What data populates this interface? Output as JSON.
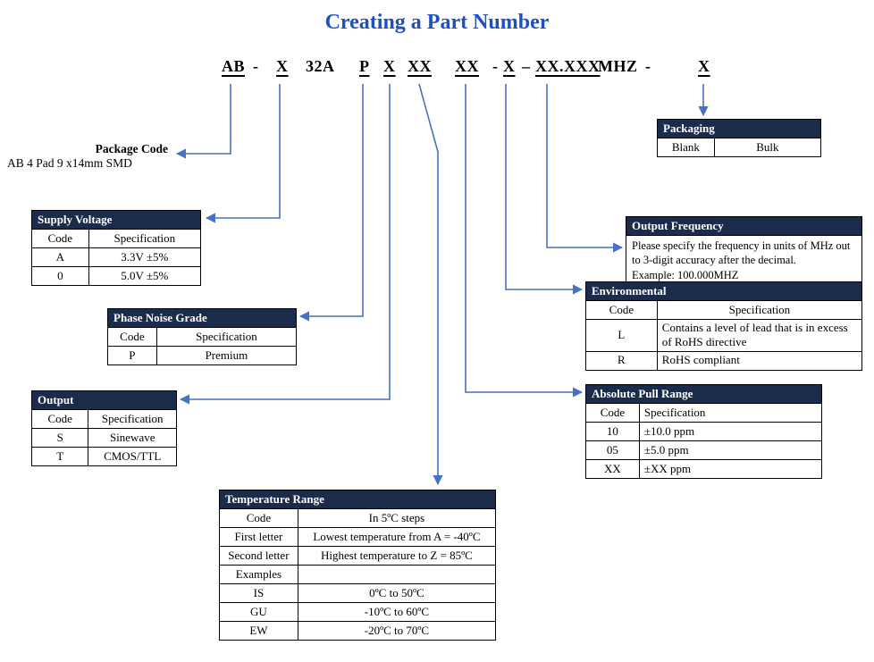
{
  "title": "Creating a Part Number",
  "colors": {
    "title": "#1d50c3",
    "header_bg": "#1a2b4c",
    "arrow": "#4472c4"
  },
  "part_number": {
    "segments": [
      {
        "text": "AB"
      },
      {
        "text": "-"
      },
      {
        "text": "X"
      },
      {
        "text": "32A"
      },
      {
        "text": "P"
      },
      {
        "text": "X"
      },
      {
        "text": "XX"
      },
      {
        "text": "XX"
      },
      {
        "text": "-"
      },
      {
        "text": "X"
      },
      {
        "text": "–"
      },
      {
        "text": "XX.XXX"
      },
      {
        "text": "MHZ"
      },
      {
        "text": "-"
      },
      {
        "text": "X"
      }
    ]
  },
  "package_code": {
    "label": "Package Code",
    "description": "AB 4 Pad 9 x14mm SMD"
  },
  "tables": {
    "packaging": {
      "title": "Packaging",
      "rows": [
        [
          "Blank",
          "Bulk"
        ]
      ]
    },
    "supply_voltage": {
      "title": "Supply Voltage",
      "rows": [
        [
          "Code",
          "Specification"
        ],
        [
          "A",
          "3.3V ±5%"
        ],
        [
          "0",
          "5.0V ±5%"
        ]
      ]
    },
    "output_frequency": {
      "title": "Output Frequency",
      "note_lines": [
        "Please specify the frequency in units of MHz out to 3-digit accuracy after the decimal.",
        "Example: 100.000MHZ"
      ]
    },
    "environmental": {
      "title": "Environmental",
      "rows": [
        [
          "Code",
          "Specification"
        ],
        [
          "L",
          "Contains a level of lead that is in excess of RoHS directive"
        ],
        [
          "R",
          "RoHS compliant"
        ]
      ]
    },
    "phase_noise_grade": {
      "title": "Phase Noise Grade",
      "rows": [
        [
          "Code",
          "Specification"
        ],
        [
          "P",
          "Premium"
        ]
      ]
    },
    "output": {
      "title": "Output",
      "rows": [
        [
          "Code",
          "Specification"
        ],
        [
          "S",
          "Sinewave"
        ],
        [
          "T",
          "CMOS/TTL"
        ]
      ]
    },
    "absolute_pull_range": {
      "title": "Absolute Pull Range",
      "rows": [
        [
          "Code",
          "Specification"
        ],
        [
          "10",
          "±10.0 ppm"
        ],
        [
          "05",
          "±5.0 ppm"
        ],
        [
          "XX",
          "±XX ppm"
        ]
      ]
    },
    "temperature_range": {
      "title": "Temperature Range",
      "rows": [
        [
          "Code",
          "In 5ºC steps"
        ],
        [
          "First letter",
          "Lowest temperature from A = -40ºC"
        ],
        [
          "Second letter",
          "Highest temperature to Z = 85ºC"
        ],
        [
          "Examples",
          ""
        ],
        [
          "IS",
          "0ºC to 50ºC"
        ],
        [
          "GU",
          "-10ºC to 60ºC"
        ],
        [
          "EW",
          "-20ºC to 70ºC"
        ]
      ]
    }
  }
}
